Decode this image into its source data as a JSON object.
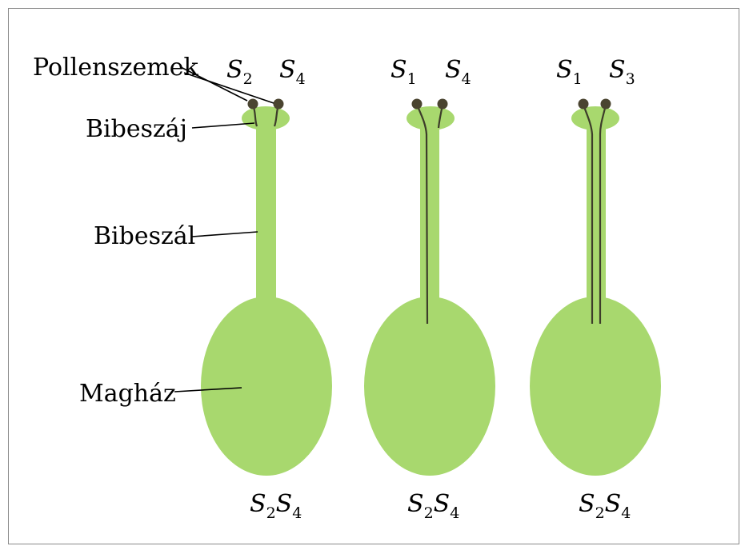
{
  "labels": {
    "pollen": "Pollenszemek",
    "stigma": "Bibeszáj",
    "style": "Bibeszál",
    "ovary": "Magház"
  },
  "colors": {
    "organ": "#a8d86e",
    "pollen": "#4a4430",
    "pollen_tube": "#3d3d2a"
  },
  "flowers": [
    {
      "pollen_alleles": [
        {
          "base": "S",
          "sub": "2"
        },
        {
          "base": "S",
          "sub": "4"
        }
      ],
      "pistil_genotype": [
        {
          "base": "S",
          "sub": "2"
        },
        {
          "base": "S",
          "sub": "4"
        }
      ],
      "tube_growth": [
        "short",
        "short"
      ]
    },
    {
      "pollen_alleles": [
        {
          "base": "S",
          "sub": "1"
        },
        {
          "base": "S",
          "sub": "4"
        }
      ],
      "pistil_genotype": [
        {
          "base": "S",
          "sub": "2"
        },
        {
          "base": "S",
          "sub": "4"
        }
      ],
      "tube_growth": [
        "long",
        "short"
      ]
    },
    {
      "pollen_alleles": [
        {
          "base": "S",
          "sub": "1"
        },
        {
          "base": "S",
          "sub": "3"
        }
      ],
      "pistil_genotype": [
        {
          "base": "S",
          "sub": "2"
        },
        {
          "base": "S",
          "sub": "4"
        }
      ],
      "tube_growth": [
        "long",
        "long"
      ]
    }
  ]
}
